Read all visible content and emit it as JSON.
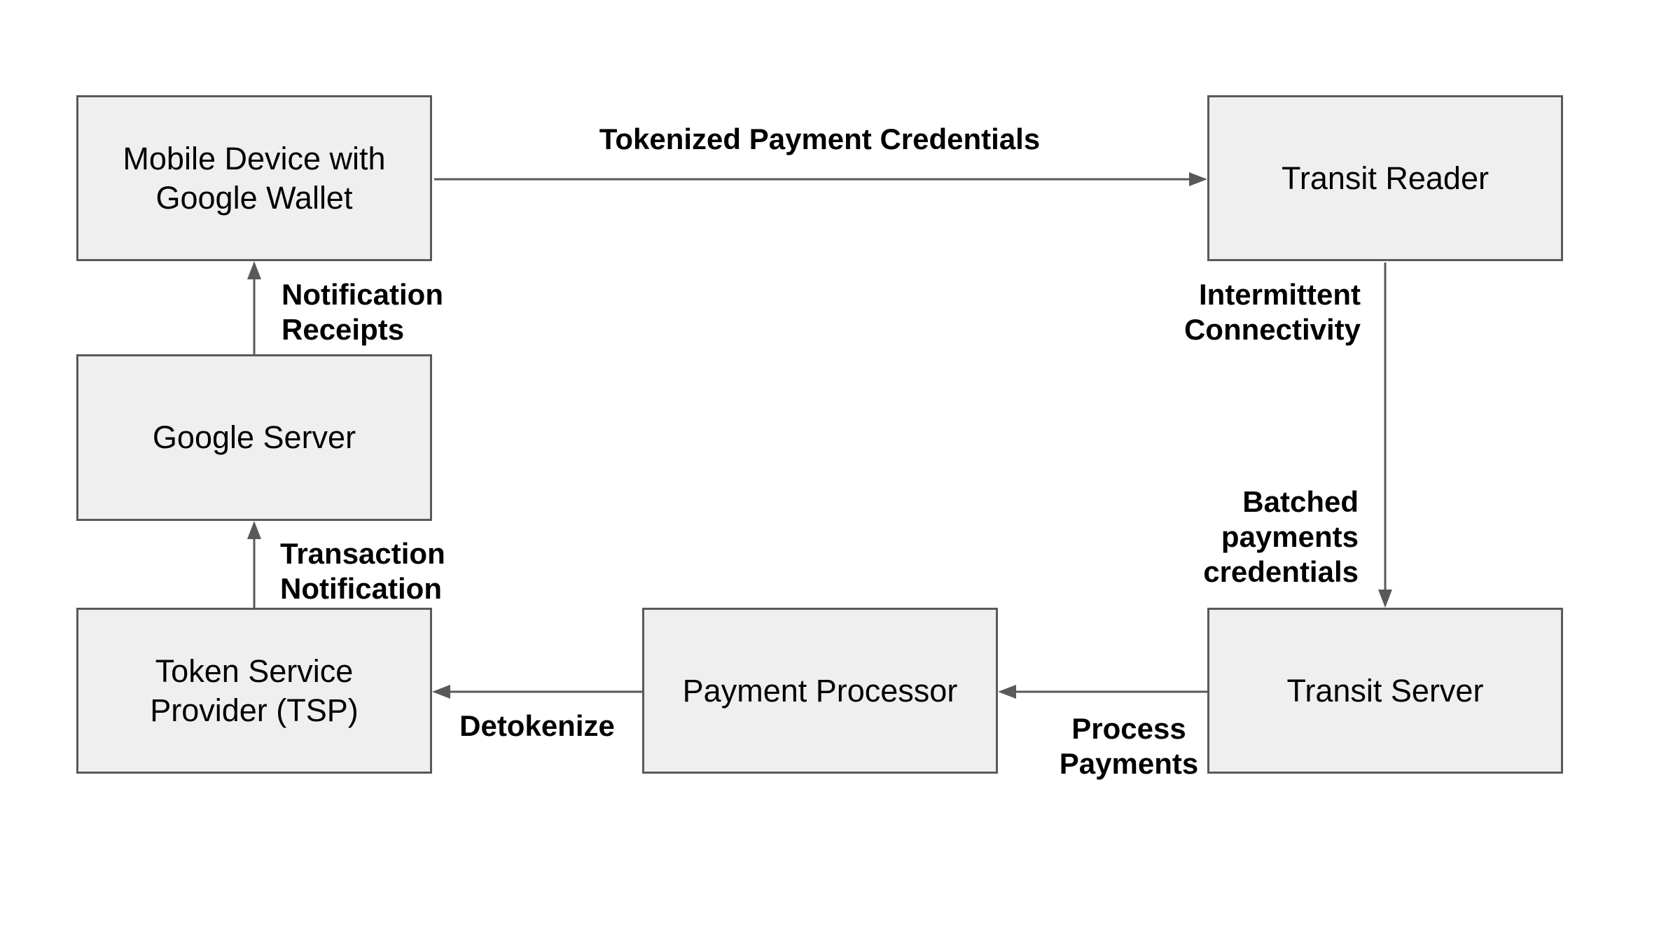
{
  "diagram": {
    "nodes": {
      "mobile_device": {
        "label": "Mobile Device with\nGoogle Wallet"
      },
      "transit_reader": {
        "label": "Transit Reader"
      },
      "google_server": {
        "label": "Google Server"
      },
      "tsp": {
        "label": "Token Service\nProvider (TSP)"
      },
      "payment_processor": {
        "label": "Payment Processor"
      },
      "transit_server": {
        "label": "Transit Server"
      }
    },
    "edges": {
      "tokenized": {
        "label": "Tokenized Payment Credentials",
        "from": "Mobile Device with Google Wallet",
        "to": "Transit Reader"
      },
      "intermittent": {
        "label": "Intermittent\nConnectivity",
        "from": "Transit Reader",
        "to": "Transit Server"
      },
      "batched": {
        "label": "Batched\npayments\ncredentials",
        "from": "Transit Reader",
        "to": "Transit Server"
      },
      "process": {
        "label": "Process\nPayments",
        "from": "Transit Server",
        "to": "Payment Processor"
      },
      "detokenize": {
        "label": "Detokenize",
        "from": "Payment Processor",
        "to": "Token Service Provider (TSP)"
      },
      "transaction": {
        "label": "Transaction\nNotification",
        "from": "Token Service Provider (TSP)",
        "to": "Google Server"
      },
      "notification": {
        "label": "Notification\nReceipts",
        "from": "Google Server",
        "to": "Mobile Device with Google Wallet"
      }
    },
    "colors": {
      "background": "#ffffff",
      "node_fill": "#efefef",
      "node_border": "#595959",
      "connector": "#595959",
      "label_text": "#000000"
    }
  }
}
